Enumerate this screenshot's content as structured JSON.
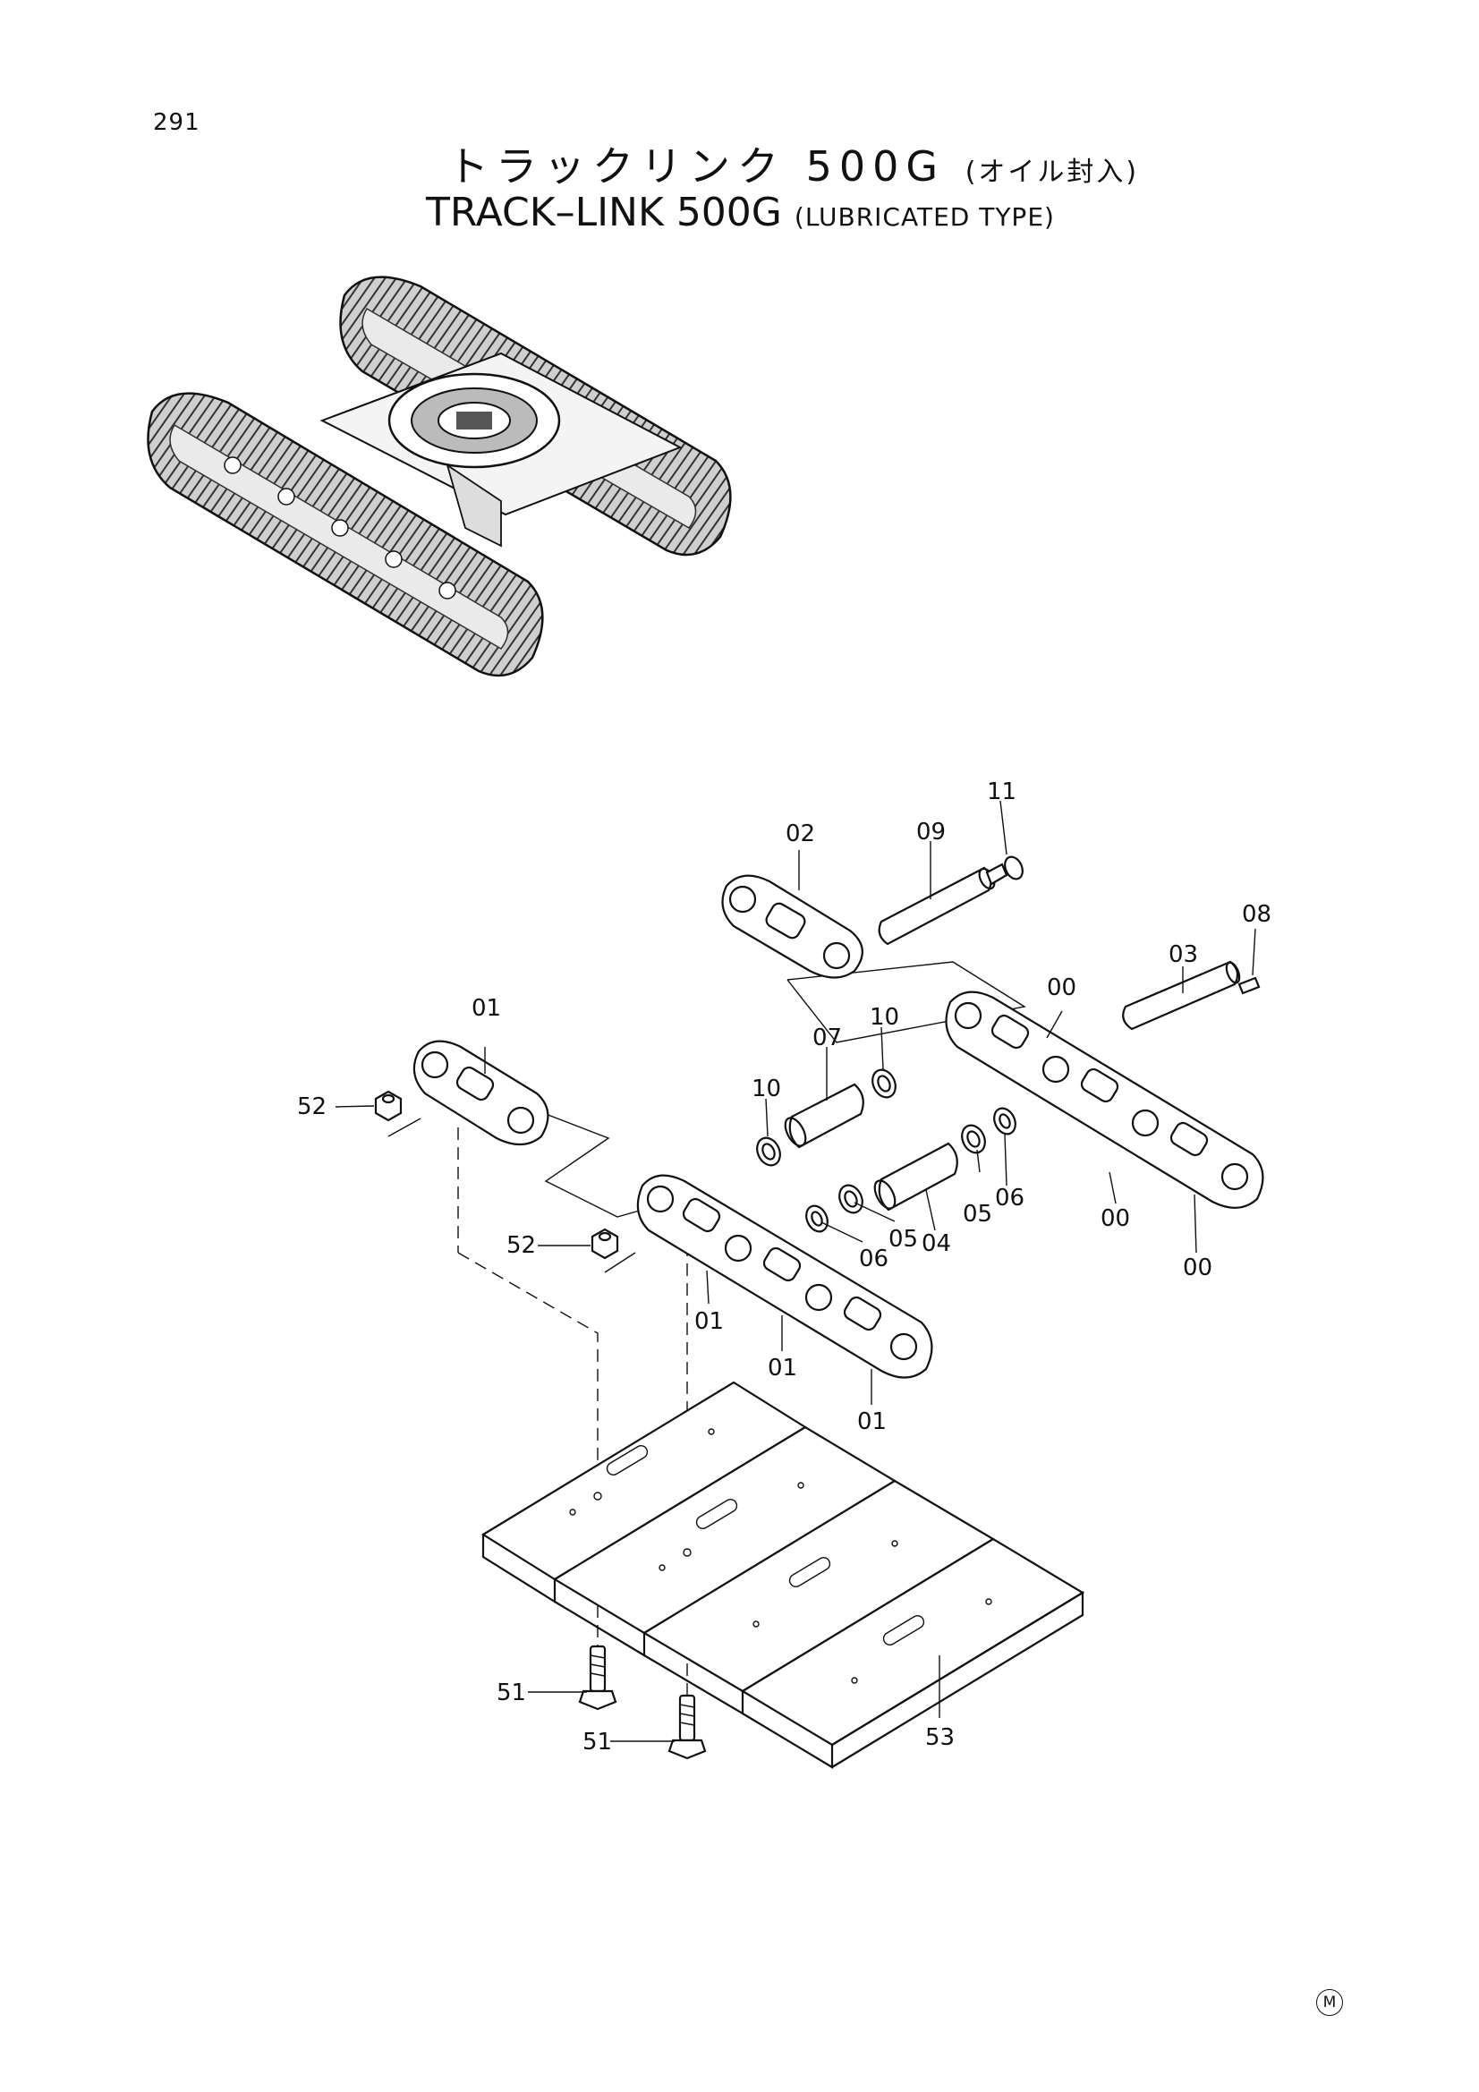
{
  "page_number": "291",
  "title": {
    "jp_main": "トラックリンク 500G",
    "jp_sub": "(オイル封入)",
    "en_main": "TRACK–LINK 500G",
    "en_sub": "(LUBRICATED TYPE)"
  },
  "callouts": {
    "c02": "02",
    "c09": "09",
    "c11": "11",
    "c08": "08",
    "c03": "03",
    "c00a": "00",
    "c01top": "01",
    "c10a": "10",
    "c07": "07",
    "c10b": "10",
    "c52a": "52",
    "c52b": "52",
    "c06a": "06",
    "c05a": "05",
    "c04": "04",
    "c05b": "05",
    "c06b": "06",
    "c00b": "00",
    "c00c": "00",
    "c01a": "01",
    "c01b": "01",
    "c01c": "01",
    "c51a": "51",
    "c51b": "51",
    "c53": "53"
  },
  "footer_mark": "M"
}
